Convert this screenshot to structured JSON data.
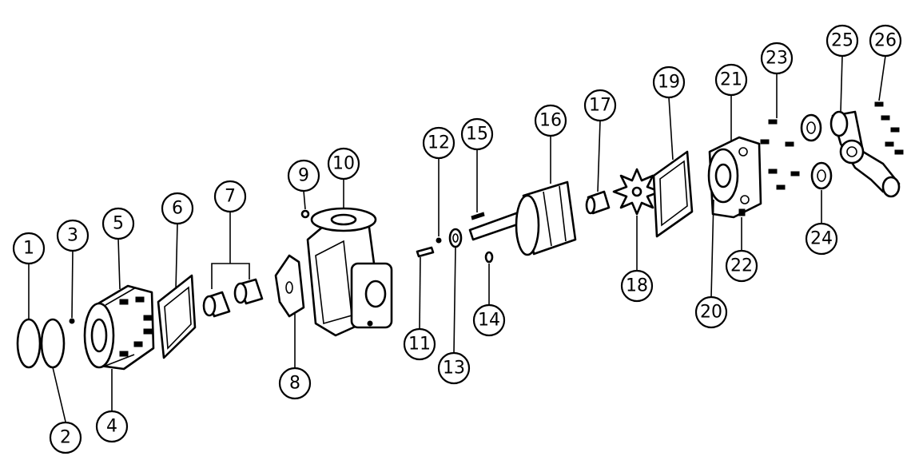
{
  "callouts": [
    "1",
    "2",
    "3",
    "4",
    "5",
    "6",
    "7",
    "8",
    "9",
    "10",
    "11",
    "12",
    "13",
    "14",
    "15",
    "16",
    "17",
    "18",
    "19",
    "20",
    "21",
    "22",
    "23",
    "24",
    "25",
    "26"
  ]
}
